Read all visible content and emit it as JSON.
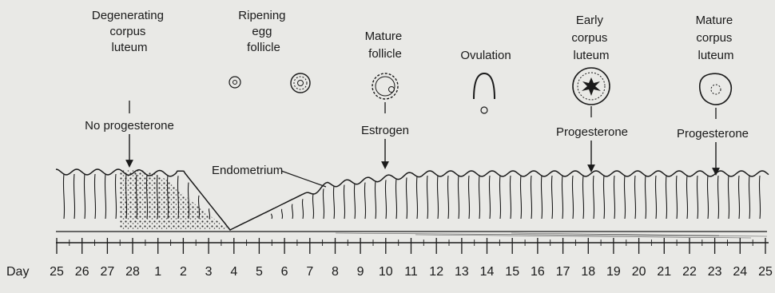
{
  "stages": [
    {
      "label": [
        "Degenerating",
        "corpus",
        "luteum"
      ]
    },
    {
      "label": [
        "Ripening",
        "egg",
        "follicle"
      ]
    },
    {
      "label": [
        "Mature",
        "follicle"
      ]
    },
    {
      "label": [
        "Ovulation"
      ]
    },
    {
      "label": [
        "Early",
        "corpus",
        "luteum"
      ]
    },
    {
      "label": [
        "Mature",
        "corpus",
        "luteum"
      ]
    }
  ],
  "hormones": [
    {
      "label": "No progesterone"
    },
    {
      "label": "Estrogen"
    },
    {
      "label": "Progesterone"
    },
    {
      "label": "Progesterone"
    }
  ],
  "endometrium_label": "Endometrium",
  "day_label": "Day",
  "days": [
    "25",
    "26",
    "27",
    "28",
    "1",
    "2",
    "3",
    "4",
    "5",
    "6",
    "7",
    "8",
    "9",
    "10",
    "11",
    "12",
    "13",
    "14",
    "15",
    "16",
    "17",
    "18",
    "19",
    "20",
    "21",
    "22",
    "23",
    "24",
    "25"
  ]
}
